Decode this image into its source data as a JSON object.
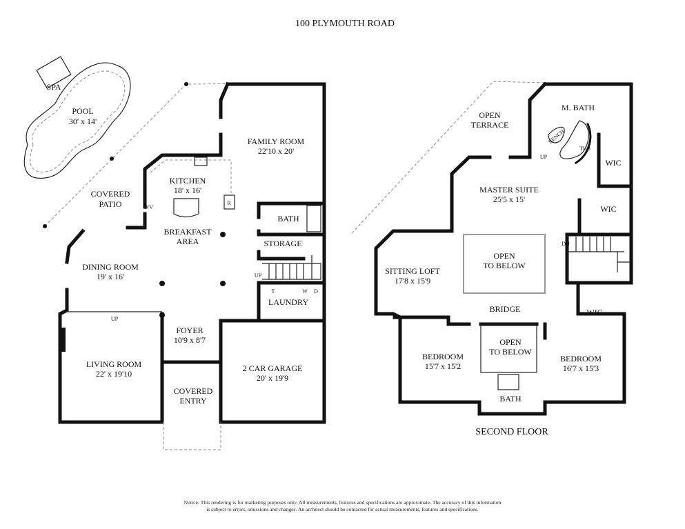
{
  "title": "100 PLYMOUTH ROAD",
  "first_floor": {
    "rooms": {
      "spa": "SPA",
      "pool": "POOL",
      "pool_size": "30' x 14'",
      "covered_patio_1": "COVERED",
      "covered_patio_2": "PATIO",
      "family_room": "FAMILY ROOM",
      "family_room_size": "22'10 x 20'",
      "kitchen": "KITCHEN",
      "kitchen_size": "18' x 16'",
      "breakfast_1": "BREAKFAST",
      "breakfast_2": "AREA",
      "bath": "BATH",
      "storage": "STORAGE",
      "dining_room": "DINING ROOM",
      "dining_room_size": "19' x 16'",
      "laundry": "LAUNDRY",
      "foyer": "FOYER",
      "foyer_size": "10'9 x 8'7",
      "living_room": "LIVING ROOM",
      "living_room_size": "22' x 19'10",
      "covered_entry_1": "COVERED",
      "covered_entry_2": "ENTRY",
      "garage": "2 CAR GARAGE",
      "garage_size": "20' x 19'9"
    },
    "fixtures": {
      "ov": "O/V",
      "r": "R",
      "w": "W",
      "d": "D",
      "t": "T",
      "up1": "UP",
      "up2": "UP"
    }
  },
  "second_floor": {
    "label": "SECOND FLOOR",
    "rooms": {
      "open_terrace_1": "OPEN",
      "open_terrace_2": "TERRACE",
      "m_bath": "M. BATH",
      "bench": "BENCH",
      "tub": "TUB",
      "wic1": "WIC",
      "wic2": "WIC",
      "wic3": "WIC",
      "master_suite": "MASTER SUITE",
      "master_suite_size": "25'5 x 15'",
      "open_below1_1": "OPEN",
      "open_below1_2": "TO BELOW",
      "sitting_loft": "SITTING LOFT",
      "sitting_loft_size": "17'8 x 15'9",
      "bridge": "BRIDGE",
      "open_below2_1": "OPEN",
      "open_below2_2": "TO BELOW",
      "bedroom1": "BEDROOM",
      "bedroom1_size": "15'7 x 15'2",
      "bedroom2": "BEDROOM",
      "bedroom2_size": "16'7 x 15'3",
      "bath": "BATH"
    },
    "fixtures": {
      "up": "UP",
      "dn": "DN"
    }
  },
  "notice": {
    "line1": "Notice: This rendering is for marketing purposes only. All measurements, features and specifications are approximate. The accuracy of this information",
    "line2": "is subject to errors, omissions and changes. An architect should be contacted for actual measurements, features and specifications."
  }
}
